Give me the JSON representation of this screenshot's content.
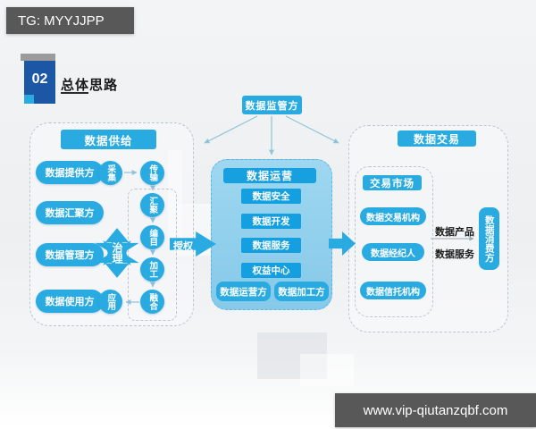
{
  "header": {
    "tg": "TG: MYYJJPP"
  },
  "footer": {
    "url": "www.vip-qiutanzqbf.com"
  },
  "title": {
    "number": "02",
    "text": "总体思路"
  },
  "regulator": {
    "label": "数据监管方"
  },
  "supply": {
    "header": "数据供给",
    "roles": [
      "数据提供方",
      "数据汇聚方",
      "数据管理方",
      "数据使用方"
    ],
    "steps": [
      "采集",
      "传输",
      "汇聚",
      "编目",
      "加工",
      "融合",
      "应用"
    ],
    "star": "治理"
  },
  "arrows": {
    "authorize": "授权"
  },
  "operation": {
    "header": "数据运营",
    "items": [
      "数据安全",
      "数据开发",
      "数据服务",
      "权益中心"
    ],
    "roles": [
      "数据运营方",
      "数据加工方"
    ]
  },
  "trading": {
    "header": "数据交易",
    "market_header": "交易市场",
    "institutions": [
      "数据交易机构",
      "数据经纪人",
      "数据信托机构"
    ],
    "outputs": [
      "数据产品",
      "数据服务"
    ],
    "consumer": "数据消费方"
  },
  "colors": {
    "accent": "#29abe2",
    "dark": "#585858",
    "deep_blue": "#1c57a5",
    "panel_blue": "#92cfec"
  }
}
